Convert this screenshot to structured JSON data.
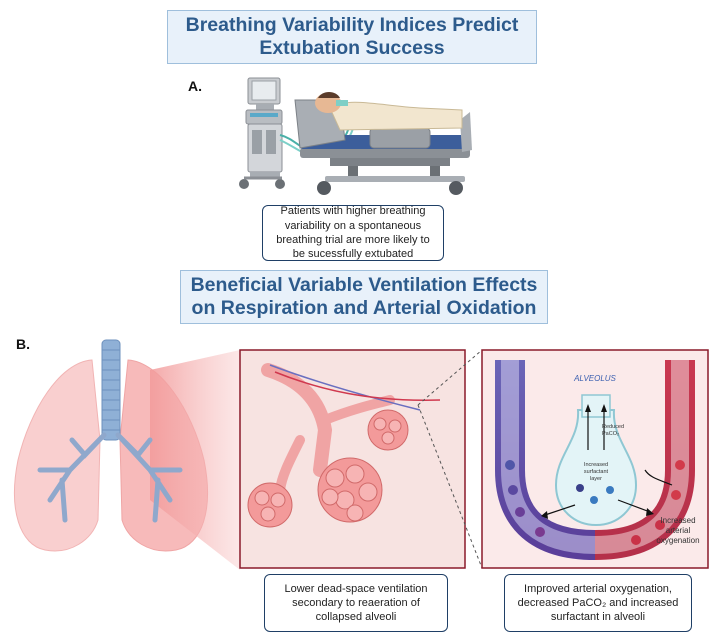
{
  "panel_a": {
    "title_line1": "Breathing Variability Indices Predict",
    "title_line2": "Extubation Success",
    "label": "A.",
    "caption": "Patients with higher breathing variability on a spontaneous breathing trial are more likely to be sucessfully extubated"
  },
  "panel_b": {
    "title_line1": "Beneficial Variable Ventilation Effects",
    "title_line2": "on Respiration and Arterial Oxidation",
    "label": "B.",
    "alveolus_label": "ALVEOLUS",
    "reduced_label_1": "Reduced",
    "reduced_label_2": "PaCO₂",
    "surfactant_label_1": "Increased",
    "surfactant_label_2": "surfactant",
    "surfactant_label_3": "layer",
    "oxygenation_label_1": "Increased",
    "oxygenation_label_2": "arterial",
    "oxygenation_label_3": "oxygenation",
    "caption_left": "Lower dead-space ventilation secondary to reaeration of collapsed alveoli",
    "caption_right": "Improved arterial oxygenation, decreased PaCO₂  and increased surfactant in alveoli"
  },
  "colors": {
    "title_text": "#2d5b8c",
    "title_bg": "#e8f1fa",
    "lung_pink": "#f7b8b8",
    "vein_blue": "#5a5fb0",
    "artery_red": "#c9354a",
    "frame_red": "#8a1a2a"
  }
}
